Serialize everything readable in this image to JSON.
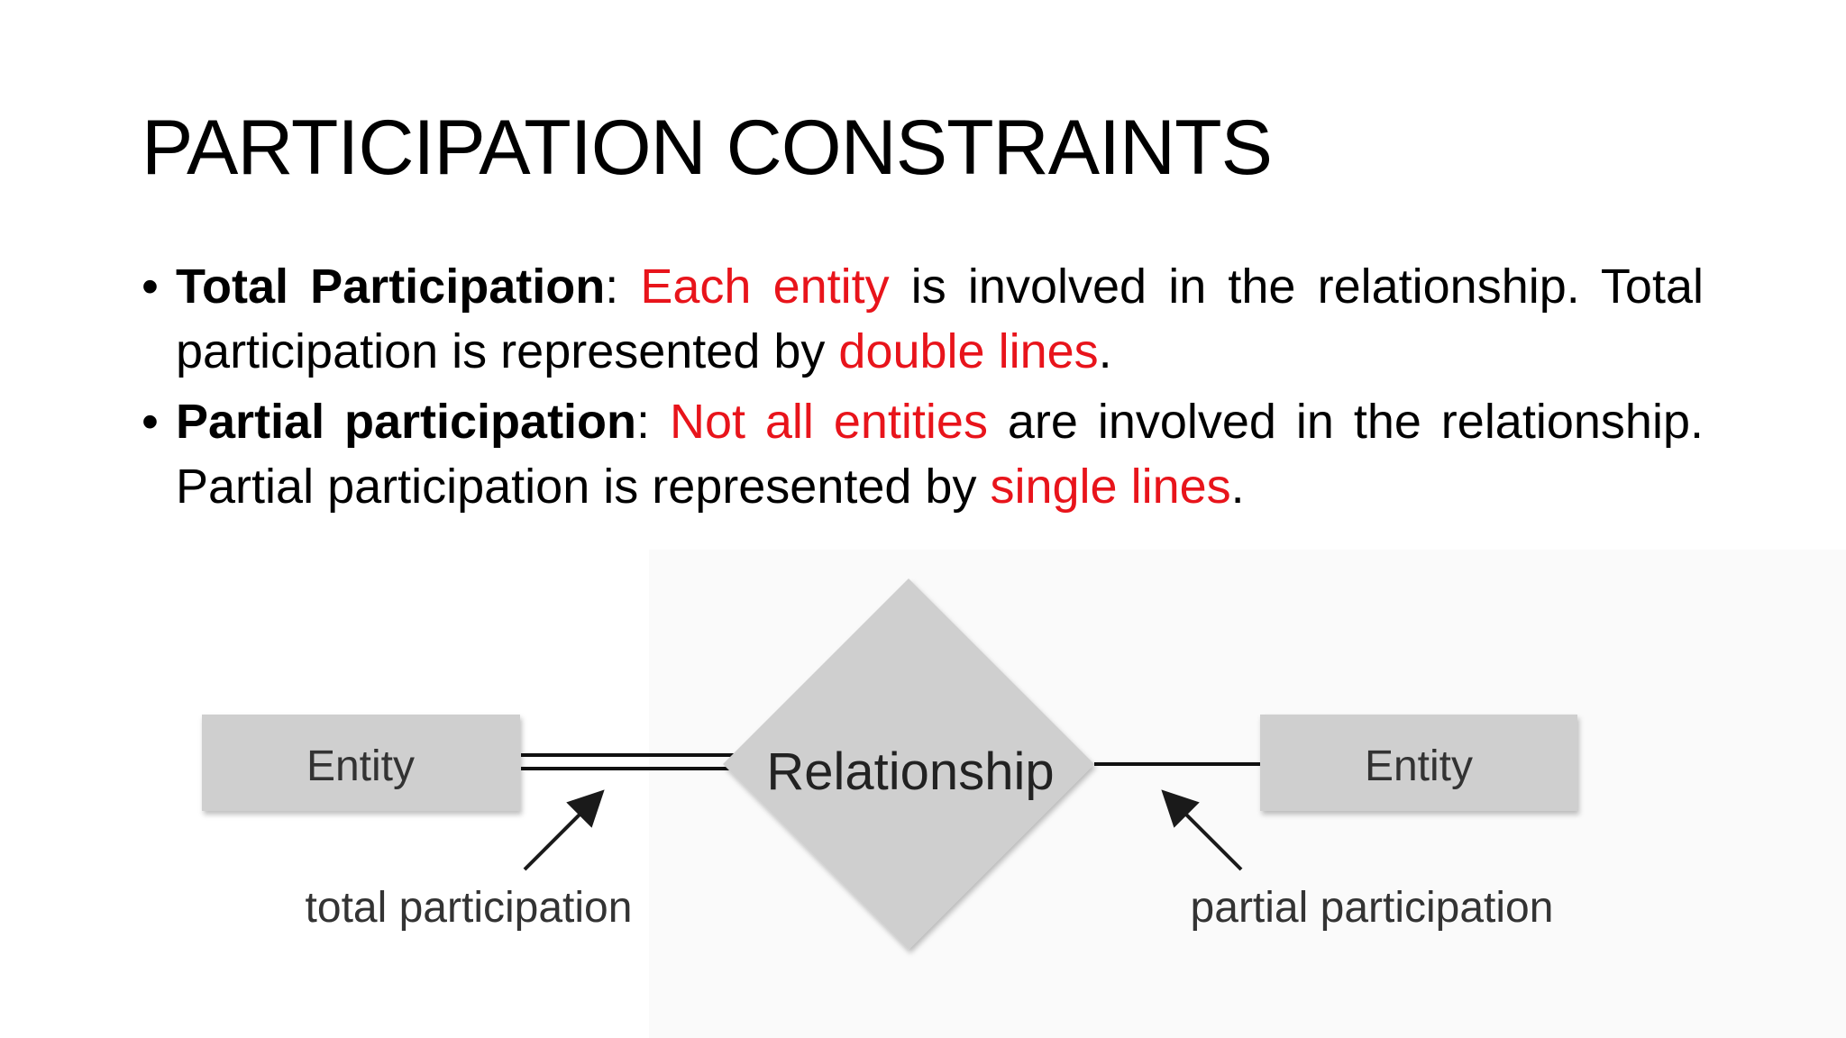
{
  "slide": {
    "title": "PARTICIPATION CONSTRAINTS",
    "bullets": [
      {
        "term": "Total Participation",
        "sep": ": ",
        "highlight1": "Each entity",
        "text1": " is involved in the relationship. Total participation is represented by ",
        "highlight2": "double lines",
        "end": "."
      },
      {
        "term": "Partial participation",
        "sep": ": ",
        "highlight1": "Not all entities",
        "text1": " are involved in the relationship. Partial participation is represented by ",
        "highlight2": "single lines",
        "end": "."
      }
    ]
  },
  "diagram": {
    "left_entity": "Entity",
    "relationship": "Relationship",
    "right_entity": "Entity",
    "left_caption": "total participation",
    "right_caption": "partial participation",
    "colors": {
      "shape_fill": "#cfcfcf",
      "highlight_text": "#e8141b"
    }
  }
}
